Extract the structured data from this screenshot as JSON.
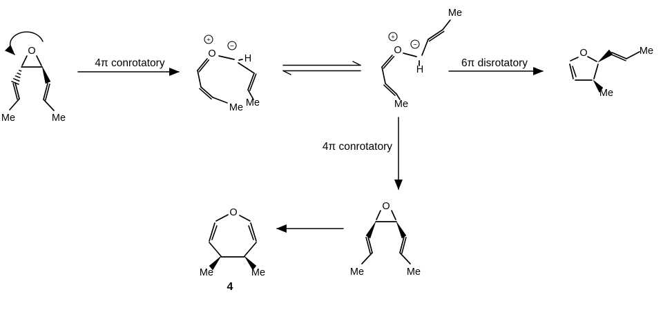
{
  "reaction_labels": {
    "step_4pi_conrotatory_top": "4π conrotatory",
    "step_6pi_disrotatory": "6π disrotatory",
    "step_4pi_conrotatory_down": "4π conrotatory"
  },
  "compound_numbers": {
    "oxepine_product": "4"
  },
  "atom_labels": {
    "oxygen": "O",
    "hydrogen": "H",
    "methyl": "Me"
  },
  "charge_symbols": {
    "plus": "+",
    "minus": "−"
  }
}
